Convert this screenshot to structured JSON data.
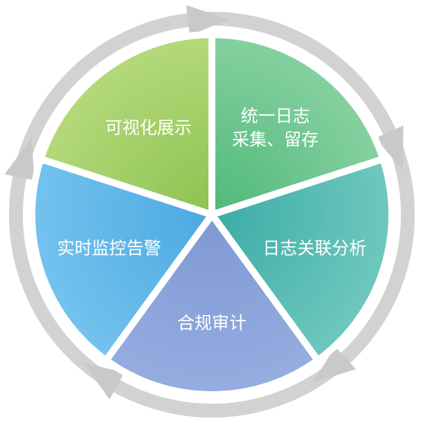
{
  "diagram": {
    "type": "cycle",
    "segments": [
      {
        "id": "collect",
        "label_lines": [
          "统一日志",
          "采集、留存"
        ],
        "color_outer": "#86d0a0",
        "color_inner": "#4fb97a"
      },
      {
        "id": "analyze",
        "label_lines": [
          "日志关联分析"
        ],
        "color_outer": "#6fc8be",
        "color_inner": "#3aaca6"
      },
      {
        "id": "audit",
        "label_lines": [
          "合规审计"
        ],
        "color_outer": "#95ade0",
        "color_inner": "#7f98d2"
      },
      {
        "id": "monitor",
        "label_lines": [
          "实时监控告警"
        ],
        "color_outer": "#74c2ee",
        "color_inner": "#4aa9e2"
      },
      {
        "id": "visual",
        "label_lines": [
          "可视化展示"
        ],
        "color_outer": "#b4d97a",
        "color_inner": "#8cc251"
      }
    ],
    "ring_color": "#d2d2d2",
    "arrow_color": "#c9c9c9",
    "separator_color": "#ffffff"
  }
}
